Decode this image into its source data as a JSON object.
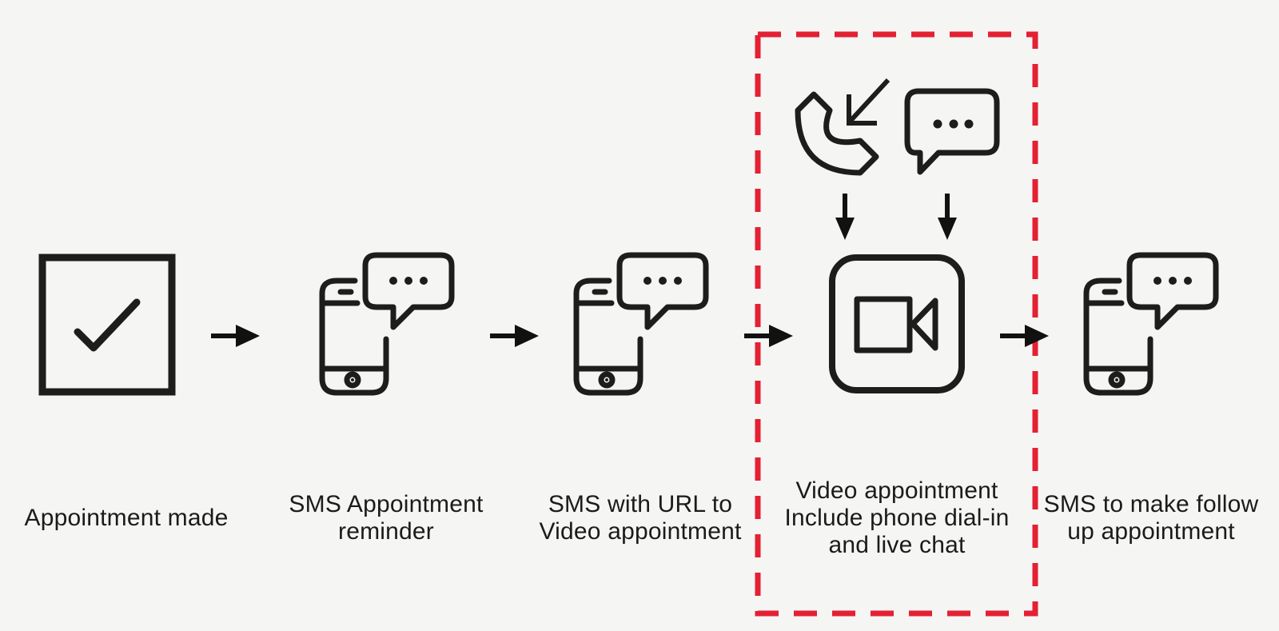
{
  "diagram": {
    "name": "video-appointment-workflow",
    "background_color": "#f5f5f4",
    "line_color": "#1d1d1b",
    "arrow_color": "#111111",
    "highlight_color": "#e42033",
    "steps": [
      {
        "id": "appointment-made",
        "icon": "checkbox-checked-icon",
        "label_lines": [
          "Appointment made"
        ]
      },
      {
        "id": "sms-reminder",
        "icon": "smartphone-sms-icon",
        "label_lines": [
          "SMS Appointment",
          "reminder"
        ]
      },
      {
        "id": "sms-url",
        "icon": "smartphone-sms-icon",
        "label_lines": [
          "SMS with URL to",
          "Video appointment"
        ]
      },
      {
        "id": "video-appointment",
        "icon": "video-camera-icon",
        "highlighted": true,
        "input_icons": [
          "incoming-call-icon",
          "live-chat-icon"
        ],
        "label_lines": [
          "Video appointment",
          "Include phone dial-in",
          "and live chat"
        ]
      },
      {
        "id": "sms-follow-up",
        "icon": "smartphone-sms-icon",
        "label_lines": [
          "SMS to make follow",
          "up appointment"
        ]
      }
    ]
  }
}
